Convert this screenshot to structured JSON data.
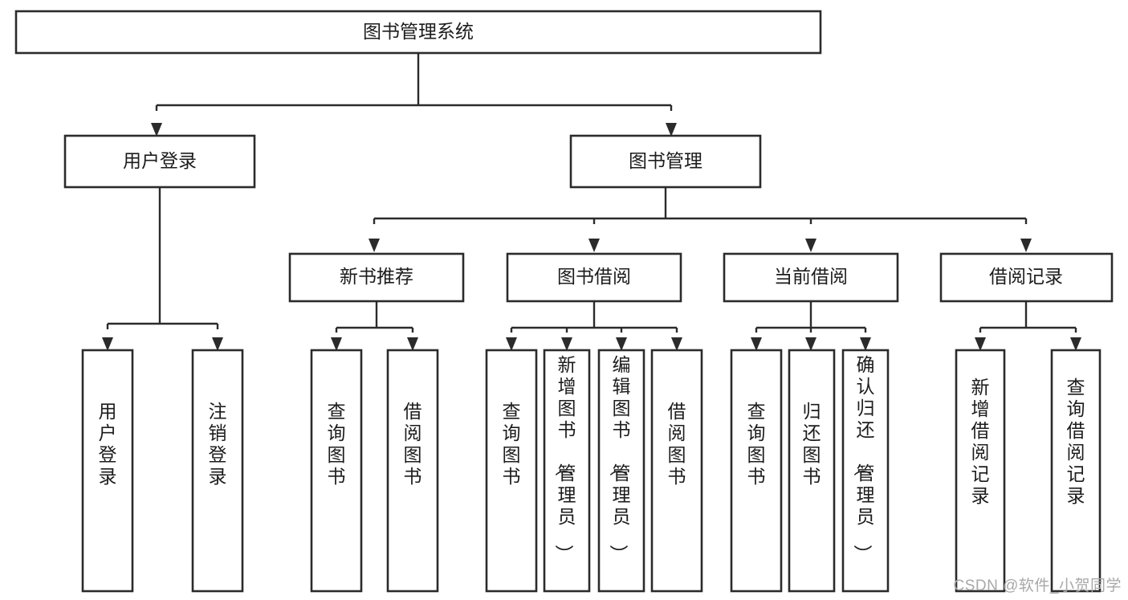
{
  "diagram": {
    "type": "tree-hierarchy-chart",
    "title": "图书管理系统",
    "watermark": "CSDN @软件_小贺同学",
    "colors": {
      "stroke": "#2b2b2b",
      "fill": "#ffffff",
      "text": "#1c1c1c",
      "watermark": "#a8a8a8",
      "background": "#ffffff"
    },
    "levels": {
      "root": {
        "label": "图书管理系统"
      },
      "level2": [
        {
          "label": "用户登录"
        },
        {
          "label": "图书管理"
        }
      ],
      "level3": [
        {
          "label": "新书推荐",
          "parent": "图书管理"
        },
        {
          "label": "图书借阅",
          "parent": "图书管理"
        },
        {
          "label": "当前借阅",
          "parent": "图书管理"
        },
        {
          "label": "借阅记录",
          "parent": "图书管理"
        }
      ],
      "leaves": [
        {
          "label": "用户登录",
          "parent": "用户登录"
        },
        {
          "label": "注销登录",
          "parent": "用户登录"
        },
        {
          "label": "查询图书",
          "parent": "新书推荐"
        },
        {
          "label": "借阅图书",
          "parent": "新书推荐"
        },
        {
          "label": "查询图书",
          "parent": "图书借阅"
        },
        {
          "label": "新增图书（管理员）",
          "parent": "图书借阅"
        },
        {
          "label": "编辑图书（管理员）",
          "parent": "图书借阅"
        },
        {
          "label": "借阅图书",
          "parent": "图书借阅"
        },
        {
          "label": "查询图书",
          "parent": "当前借阅"
        },
        {
          "label": "归还图书",
          "parent": "当前借阅"
        },
        {
          "label": "确认归还（管理员）",
          "parent": "当前借阅"
        },
        {
          "label": "新增借阅记录",
          "parent": "借阅记录"
        },
        {
          "label": "查询借阅记录",
          "parent": "借阅记录"
        }
      ]
    }
  }
}
